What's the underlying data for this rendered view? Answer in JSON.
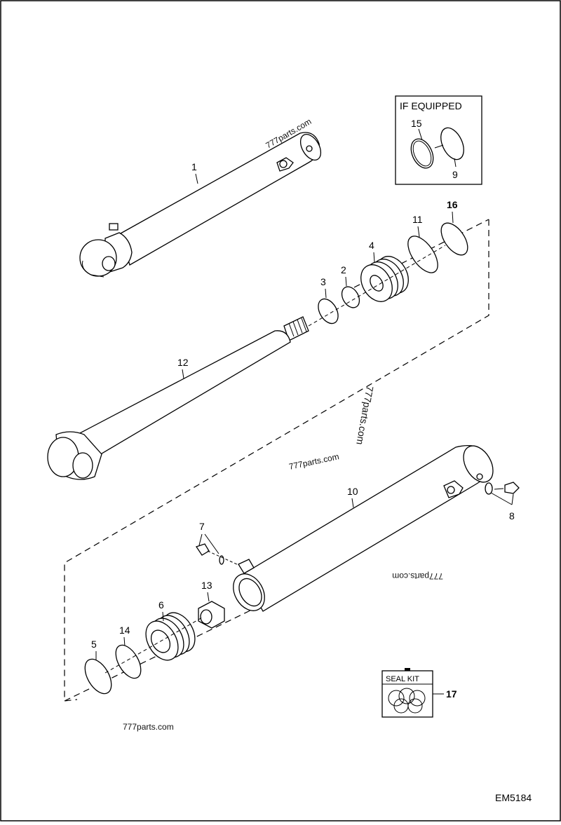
{
  "if_equipped": {
    "title": "IF EQUIPPED",
    "labels": {
      "p15": "15",
      "p9": "9"
    }
  },
  "callouts": {
    "p1": "1",
    "p2": "2",
    "p3": "3",
    "p4": "4",
    "p5": "5",
    "p6": "6",
    "p7": "7",
    "p8": "8",
    "p10": "10",
    "p11": "11",
    "p12": "12",
    "p13": "13",
    "p14": "14",
    "p16": "16",
    "p17": "17"
  },
  "seal_kit": {
    "title": "SEAL KIT"
  },
  "watermarks": {
    "w1": "777parts.com",
    "w2": "777parts.com",
    "w3": "777parts.com",
    "w4": "777parts.com",
    "w5": "777parts.com"
  },
  "figure_code": "EM5184"
}
